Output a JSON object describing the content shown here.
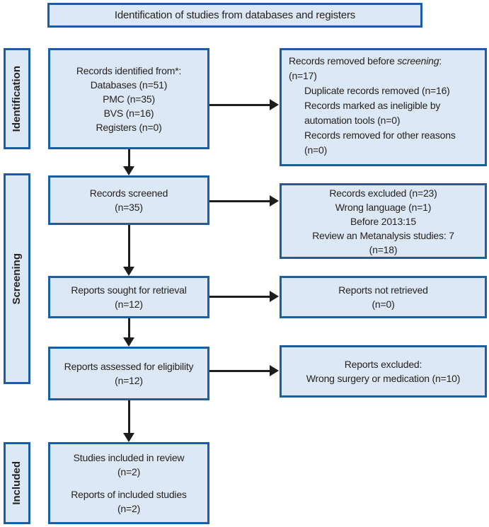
{
  "title": "Identification of studies from databases and registers",
  "colors": {
    "box_fill": "#dce8f6",
    "box_border": "#1b5ea6",
    "arrow": "#1d1d1b",
    "text": "#26221f",
    "background": "#ffffff"
  },
  "sidebar": {
    "identification": "Identification",
    "screening": "Screening",
    "included": "Included"
  },
  "boxes": {
    "records_identified": {
      "lines": [
        "Records identified from*:",
        "Databases (n=51)",
        "PMC (n=35)",
        "BVS (n=16)",
        "Registers (n=0)"
      ]
    },
    "records_removed": {
      "heading_prefix": "Records removed before ",
      "heading_italic": "screening",
      "heading_suffix": ":",
      "count": "(n=17)",
      "items": [
        "Duplicate records removed (n=16)",
        "Records marked as ineligible by automation tools (n=0)",
        "Records removed for other reasons (n=0)"
      ]
    },
    "records_screened": {
      "lines": [
        "Records screened",
        "(n=35)"
      ]
    },
    "records_excluded": {
      "lines": [
        "Records excluded (n=23)",
        "Wrong language (n=1)",
        "Before 2013:15",
        "Review an Metanalysis studies: 7",
        "(n=18)"
      ]
    },
    "reports_sought": {
      "lines": [
        "Reports sought for retrieval",
        "(n=12)"
      ]
    },
    "reports_not_retrieved": {
      "lines": [
        "Reports not retrieved",
        "(n=0)"
      ]
    },
    "reports_assessed": {
      "lines": [
        "Reports assessed for eligibility",
        "(n=12)"
      ]
    },
    "reports_excluded": {
      "lines": [
        "Reports excluded:",
        "Wrong surgery or medication (n=10)"
      ]
    },
    "included_studies": {
      "group1": [
        "Studies included in review",
        "(n=2)"
      ],
      "group2": [
        "Reports of included studies",
        "(n=2)"
      ]
    }
  }
}
